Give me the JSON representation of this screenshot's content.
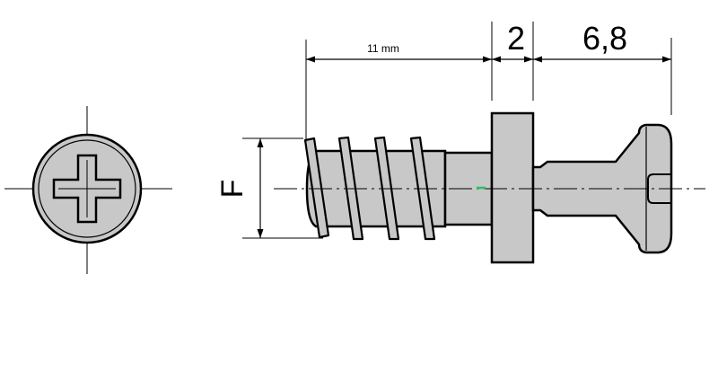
{
  "dimensions": {
    "shank_length": "11 mm",
    "flange_thickness": "2",
    "head_length": "6,8",
    "thread_diameter": "F"
  },
  "colors": {
    "stroke": "#000000",
    "fill": "#c8c8c8",
    "marker": "#22c55e"
  },
  "icons": {
    "end_view": "phillips-cross-icon"
  }
}
